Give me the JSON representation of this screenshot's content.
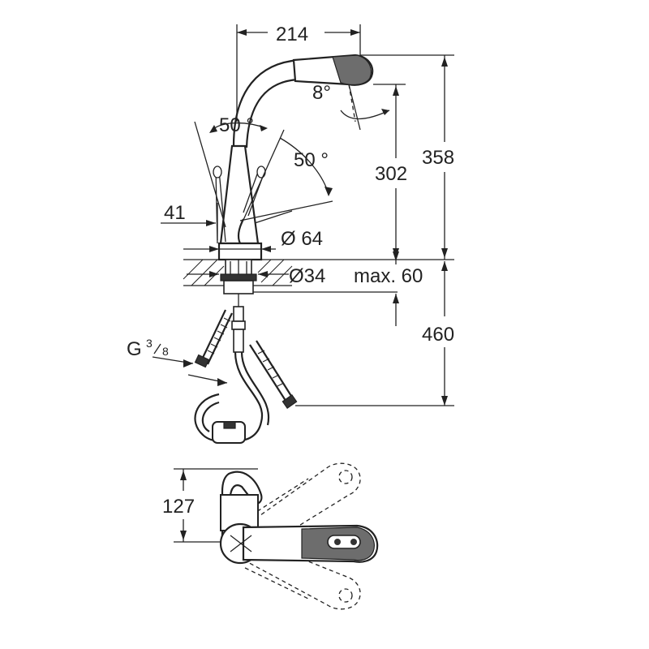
{
  "dimensions": {
    "spout_reach": "214",
    "spray_angle": "8°",
    "lever_angle_left": "50 °",
    "lever_angle_right": "50 °",
    "height_302": "302",
    "height_358": "358",
    "offset_41": "41",
    "base_dia": "Ø 64",
    "hole_dia": "Ø34",
    "max_thickness": "max. 60",
    "hose_length": "460",
    "thread_main": "G",
    "thread_num": "3",
    "thread_den": "8",
    "plan_depth": "127"
  }
}
